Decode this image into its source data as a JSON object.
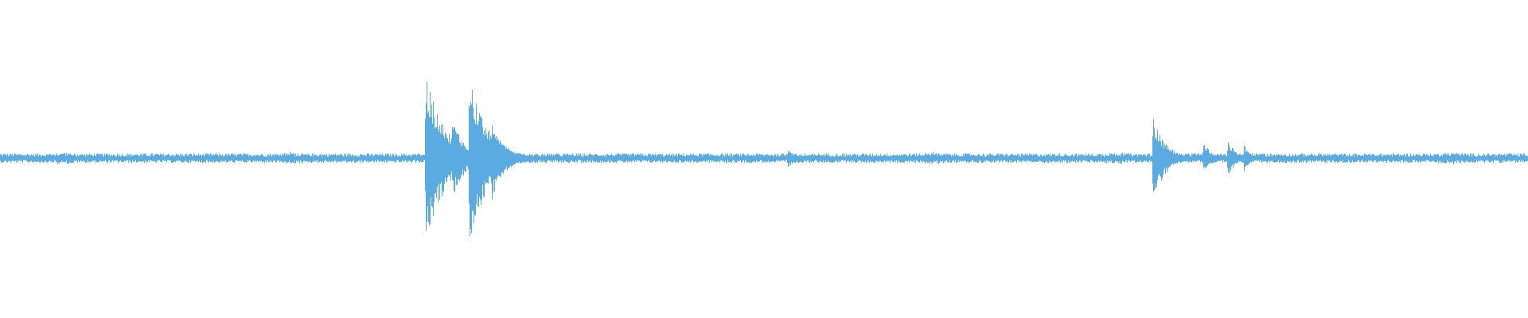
{
  "waveform": {
    "color": "#5aabe2",
    "baseline_amplitude": 0.03,
    "noise_bumps": [
      0.04,
      0.19,
      0.61,
      0.73,
      0.95
    ],
    "transients": [
      {
        "pos": 0.2785,
        "peak_up": 0.55,
        "peak_down": 0.58,
        "decay": 0.012
      },
      {
        "pos": 0.296,
        "peak_up": 0.25,
        "peak_down": 0.27,
        "decay": 0.008
      },
      {
        "pos": 0.307,
        "peak_up": 0.52,
        "peak_down": 0.56,
        "decay": 0.012
      },
      {
        "pos": 0.3215,
        "peak_up": 0.25,
        "peak_down": 0.28,
        "decay": 0.008
      },
      {
        "pos": 0.5155,
        "peak_up": 0.07,
        "peak_down": 0.07,
        "decay": 0.004
      },
      {
        "pos": 0.7545,
        "peak_up": 0.26,
        "peak_down": 0.28,
        "decay": 0.008
      },
      {
        "pos": 0.7875,
        "peak_up": 0.11,
        "peak_down": 0.11,
        "decay": 0.005
      },
      {
        "pos": 0.8035,
        "peak_up": 0.12,
        "peak_down": 0.12,
        "decay": 0.005
      },
      {
        "pos": 0.814,
        "peak_up": 0.09,
        "peak_down": 0.09,
        "decay": 0.004
      }
    ]
  }
}
